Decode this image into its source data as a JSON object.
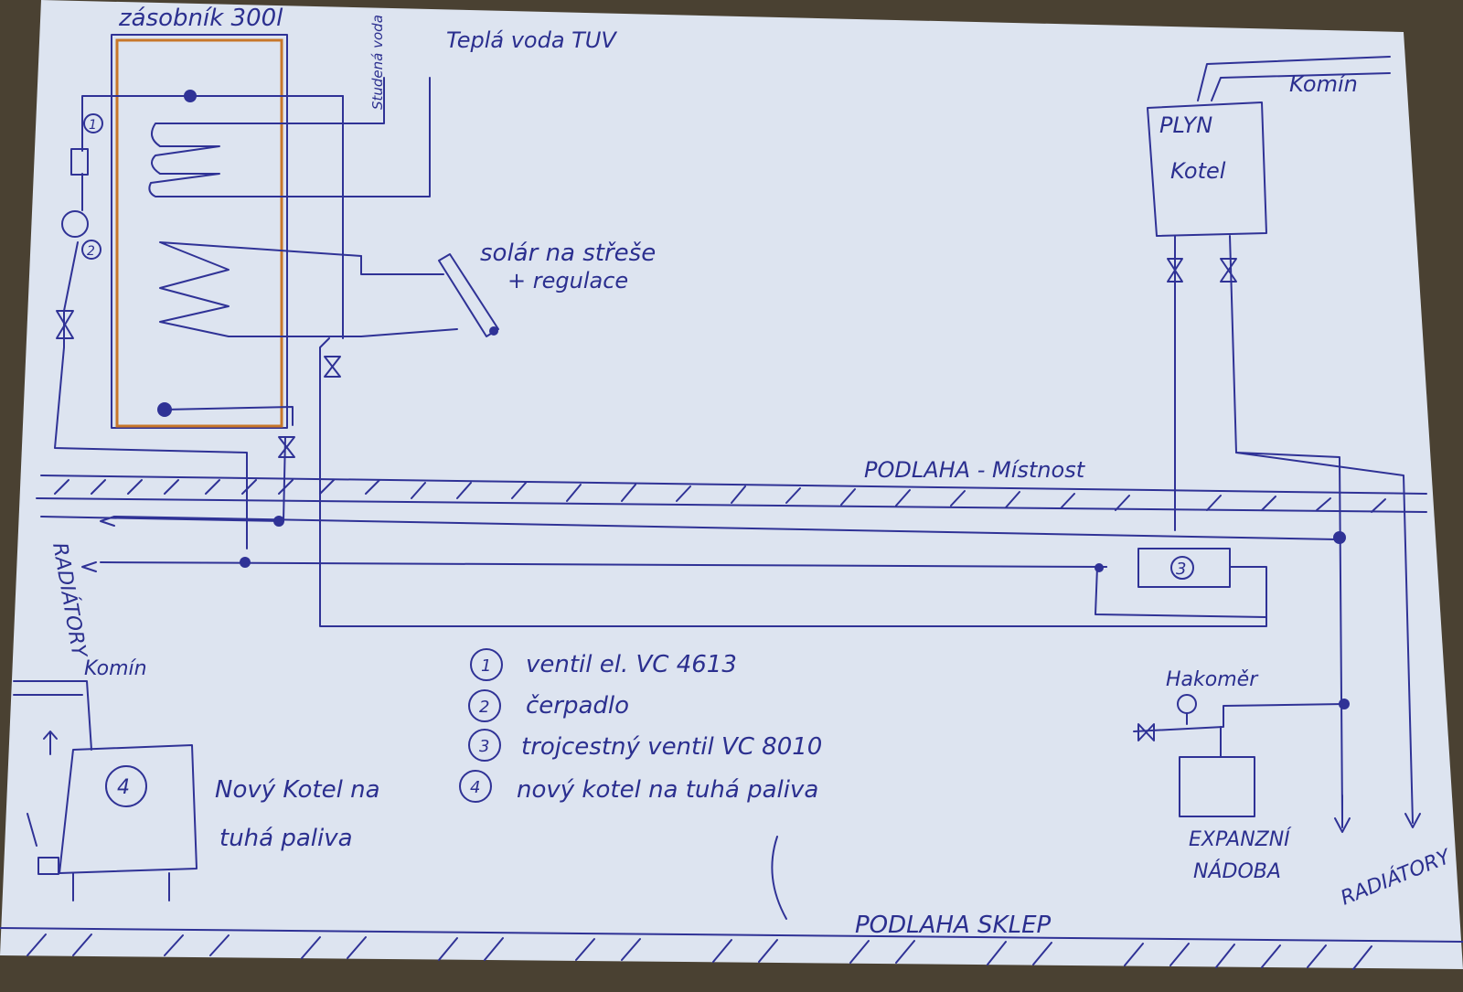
{
  "tank": {
    "title": "zásobník 300l"
  },
  "cold_water": "Studená voda",
  "hot_water": "Teplá voda TUV",
  "solar": {
    "line1": "solár na střeše",
    "line2": "+ regulace"
  },
  "gas_boiler": {
    "line1": "PLYN",
    "line2": "Kotel",
    "chimney": "Komín"
  },
  "floor_upper": "PODLAHA - Místnost",
  "floor_lower": "PODLAHA SKLEP",
  "radiators_left": "RADIÁTORY",
  "radiators_right": "RADIÁTORY",
  "solid_boiler": {
    "chimney": "Komín",
    "number": "4",
    "line1": "Nový Kotel na",
    "line2": "tuhá paliva"
  },
  "manometer": "Hakoměr",
  "expansion": {
    "line1": "EXPANZNÍ",
    "line2": "NÁDOBA"
  },
  "mixing_valve_number": "3",
  "legend": [
    {
      "num": "1",
      "text": "ventil el. VC 4613"
    },
    {
      "num": "2",
      "text": "čerpadlo"
    },
    {
      "num": "3",
      "text": "trojcestný ventil VC 8010"
    },
    {
      "num": "4",
      "text": "nový kotel na tuhá paliva"
    }
  ],
  "colors": {
    "ink": "#2f3296",
    "paper": "#dde4f0",
    "tank_outline": "#c8772a",
    "background": "#4a4132"
  }
}
